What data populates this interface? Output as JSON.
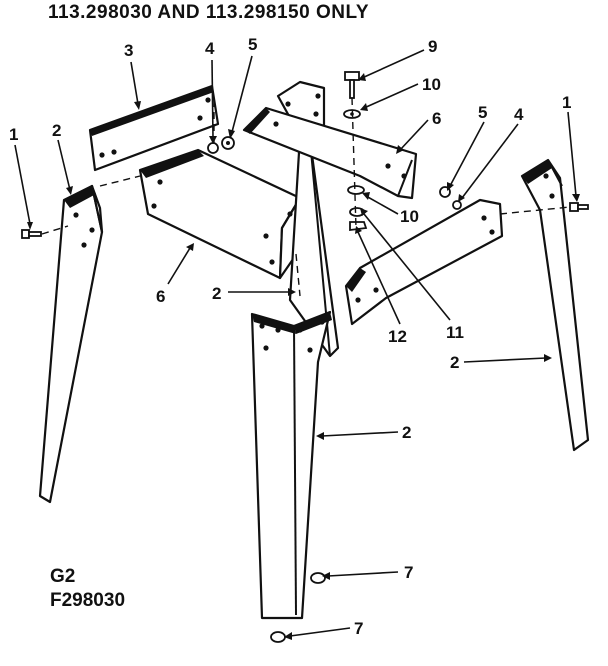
{
  "header": {
    "title": "113.298030 AND 113.298150 ONLY"
  },
  "footer": {
    "group_code": "G2",
    "figure_code": "F298030"
  },
  "callouts": {
    "c1_left": "1",
    "c1_right": "1",
    "c2_left_top": "2",
    "c2_center_left": "2",
    "c2_center_right": "2",
    "c2_right": "2",
    "c3": "3",
    "c4_left": "4",
    "c4_right": "4",
    "c5_left": "5",
    "c5_right": "5",
    "c6_left": "6",
    "c6_right": "6",
    "c7_top": "7",
    "c7_bottom": "7",
    "c9": "9",
    "c10_top": "10",
    "c10_mid": "10",
    "c11": "11",
    "c12": "12"
  }
}
